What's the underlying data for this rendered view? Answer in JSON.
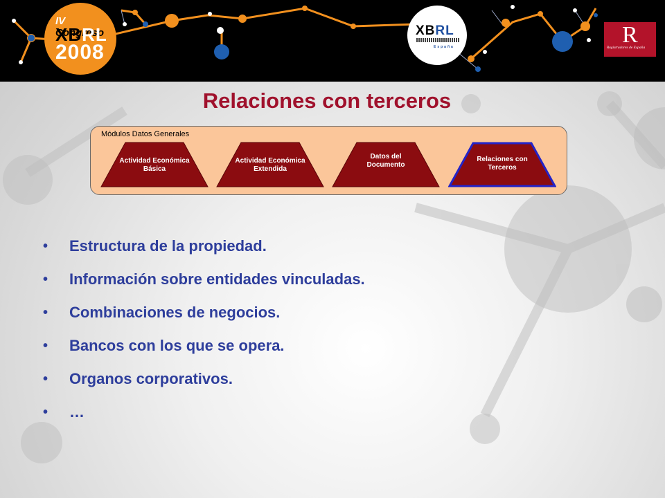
{
  "slide": {
    "title": "Relaciones con terceros"
  },
  "logos": {
    "congreso": {
      "prefix": "IV",
      "word": "Congreso",
      "brand_a": "XB",
      "brand_b": "RL",
      "year": "2008"
    },
    "xbrl": {
      "brand_a": "XB",
      "brand_b": "RL",
      "country": "España"
    },
    "registradores": {
      "mark": "R",
      "text": "Registradores de España"
    }
  },
  "modules": {
    "label": "Módulos  Datos Generales",
    "items": [
      {
        "line1": "Actividad Económica",
        "line2": "Básica",
        "selected": false
      },
      {
        "line1": "Actividad Económica",
        "line2": "Extendida",
        "selected": false
      },
      {
        "line1": "Datos del",
        "line2": "Documento",
        "selected": false
      },
      {
        "line1": "Relaciones con",
        "line2": "Terceros",
        "selected": true
      }
    ]
  },
  "bullets": {
    "marker": "•",
    "items": [
      "Estructura de la propiedad.",
      "Información sobre entidades vinculadas.",
      "Combinaciones de negocios.",
      "Bancos con los que se opera.",
      "Organos corporativos.",
      "…"
    ]
  },
  "colors": {
    "title": "#a0112c",
    "bullet_text": "#2e3e9c",
    "module_fill": "#8b0c10",
    "module_panel": "#fbc69a",
    "selected_outline": "#2323c8",
    "header_orange": "#f2901e",
    "header_blue": "#1f5fb0"
  }
}
